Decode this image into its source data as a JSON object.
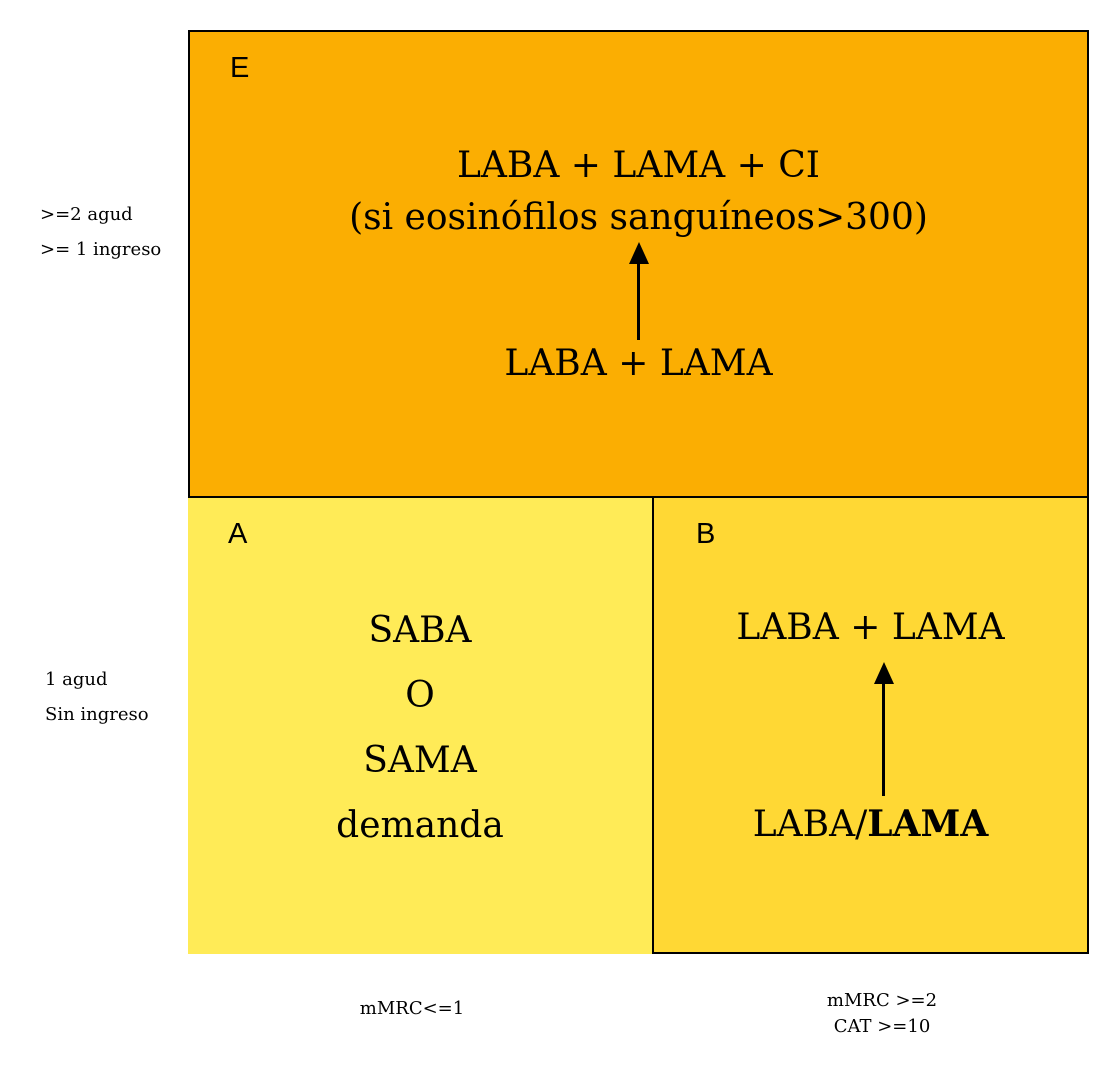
{
  "y_axis": {
    "top": ">=2 agud",
    "top2": ">= 1 ingreso",
    "bottom": "1 agud",
    "bottom2": "Sin ingreso"
  },
  "x_axis": {
    "left": "mMRC<=1",
    "right": "mMRC >=2",
    "right2": "CAT >=10"
  },
  "quadrants": {
    "E": {
      "letter": "E",
      "color": "#FBAE02",
      "target_line1": "LABA + LAMA + CI",
      "target_line2": "(si eosinófilos sanguíneos>300)",
      "start": "LABA + LAMA"
    },
    "A": {
      "letter": "A",
      "color": "#FFEB57",
      "line1": "SABA",
      "line2": "O",
      "line3": "SAMA",
      "line4": "demanda"
    },
    "B": {
      "letter": "B",
      "color": "#FFD834",
      "target": "LABA + LAMA",
      "start_prefix": "LABA/",
      "start_bold": "LAMA"
    }
  }
}
